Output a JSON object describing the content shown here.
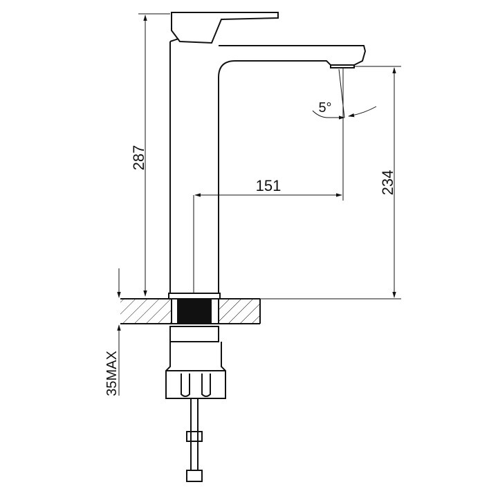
{
  "dimensions": {
    "total_height": "287",
    "spout_reach": "151",
    "spout_height": "234",
    "spout_angle": "5°",
    "deck_thickness": "35MAX"
  },
  "colors": {
    "line": "#111111",
    "background": "#ffffff"
  }
}
